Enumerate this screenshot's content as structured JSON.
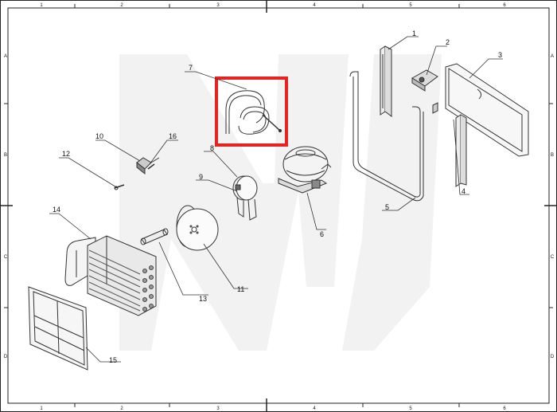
{
  "sheet": {
    "column_labels_top": [
      "1",
      "2",
      "3",
      "4",
      "5",
      "6"
    ],
    "column_labels_bottom": [
      "1",
      "2",
      "3",
      "4",
      "5",
      "6"
    ],
    "row_labels_left": [
      "A",
      "B",
      "C",
      "D"
    ],
    "row_labels_right": [
      "A",
      "B",
      "C",
      "D"
    ],
    "highlight_color": "#e8231f",
    "watermark_color": "#f2f2f2"
  },
  "callouts": [
    {
      "id": "c1",
      "text": "1"
    },
    {
      "id": "c2",
      "text": "2"
    },
    {
      "id": "c3",
      "text": "3"
    },
    {
      "id": "c4",
      "text": "4"
    },
    {
      "id": "c5",
      "text": "5"
    },
    {
      "id": "c6",
      "text": "6"
    },
    {
      "id": "c7",
      "text": "7"
    },
    {
      "id": "c8",
      "text": "8"
    },
    {
      "id": "c9",
      "text": "9"
    },
    {
      "id": "c10",
      "text": "10"
    },
    {
      "id": "c11",
      "text": "11"
    },
    {
      "id": "c12",
      "text": "12"
    },
    {
      "id": "c13",
      "text": "13"
    },
    {
      "id": "c14",
      "text": "14"
    },
    {
      "id": "c15",
      "text": "15"
    },
    {
      "id": "c16",
      "text": "16"
    }
  ]
}
